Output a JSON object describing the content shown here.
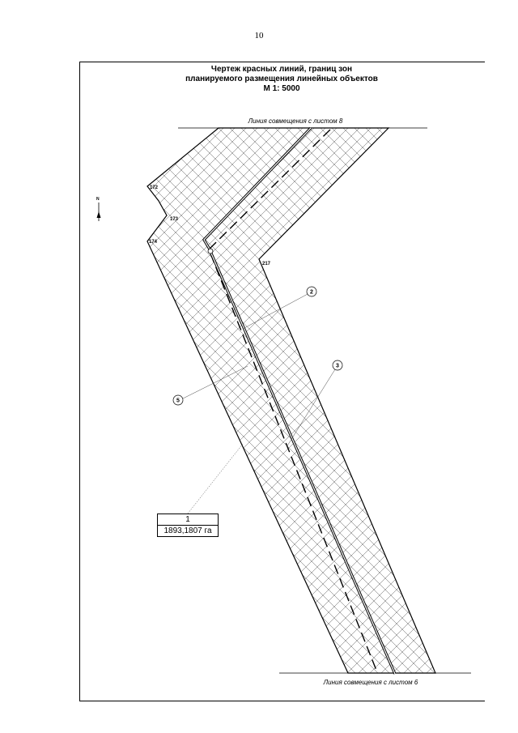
{
  "page_number": "10",
  "title": {
    "line1": "Чертеж красных линий, границ зон",
    "line2": "планируемого размещения линейных объектов",
    "scale": "М 1: 5000"
  },
  "match_lines": {
    "top": "Линия совмещения с листом 8",
    "bottom": "Линия совмещения с листом 6"
  },
  "north_arrow": {
    "letter": "N",
    "icon": "north-arrow-icon"
  },
  "points": {
    "p172": "172",
    "p173": "173",
    "p174": "174",
    "p217": "217"
  },
  "callouts": {
    "c2": "2",
    "c3": "3",
    "c5": "5"
  },
  "parcel": {
    "number": "1",
    "area": "1893,1807 га"
  },
  "colors": {
    "hatch": "#555555",
    "line": "#000000",
    "background": "#ffffff"
  }
}
